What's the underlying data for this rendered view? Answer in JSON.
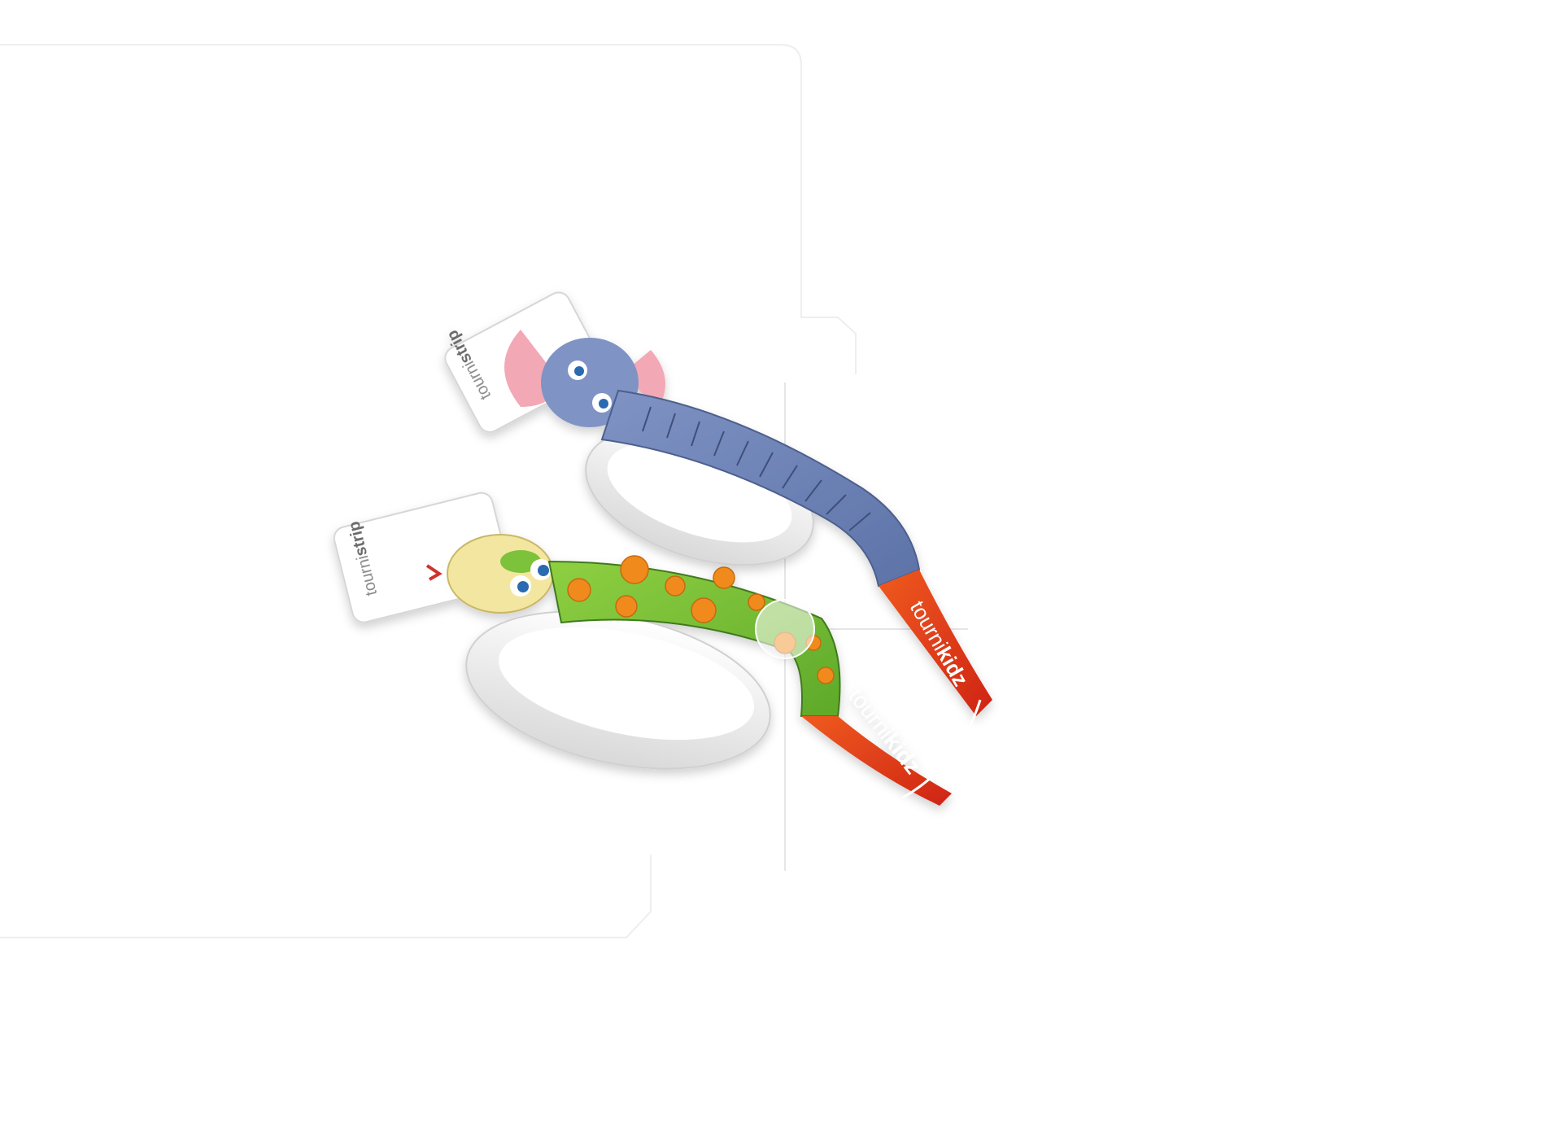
{
  "products": [
    {
      "name": "elephant-strip",
      "tag_brand_light": "tourni",
      "tag_brand_bold": "strip",
      "tail_brand_light": "tourni",
      "tail_brand_bold": "kidz",
      "strap_color": "#6f86b8",
      "tail_color": "#e0341c"
    },
    {
      "name": "snake-strip",
      "tag_brand_light": "tourni",
      "tag_brand_bold": "strip",
      "tail_brand_light": "tourni",
      "tail_brand_bold": "kidz",
      "strap_color": "#7cc23a",
      "tail_color": "#e0341c"
    }
  ],
  "colors": {
    "background": "#ffffff",
    "panel_outline": "#eeeeee",
    "band_white": "#f2f2f2",
    "spot_orange": "#f08a1e",
    "elephant_pink": "#f3a8b6"
  }
}
